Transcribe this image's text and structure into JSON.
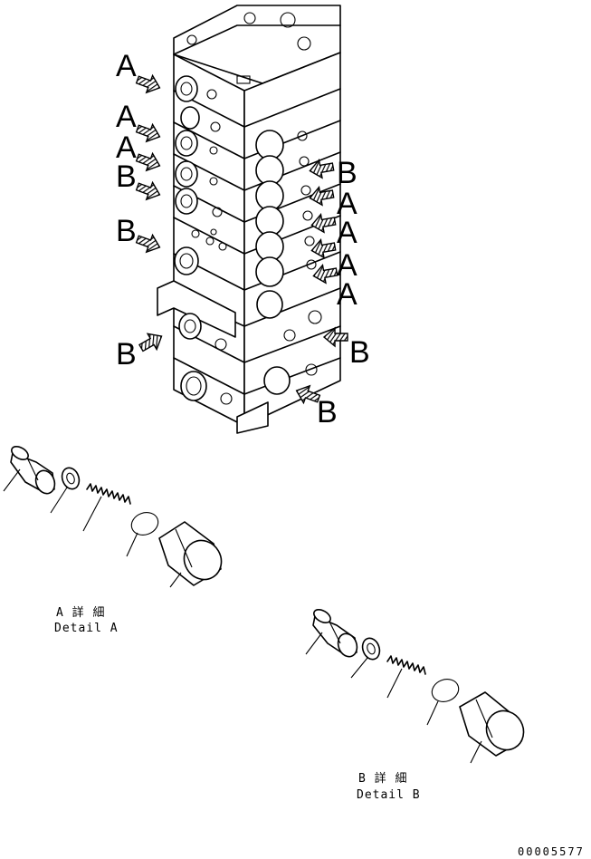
{
  "callouts": {
    "left": [
      "A",
      "A",
      "A",
      "B",
      "B",
      "B"
    ],
    "right": [
      "B",
      "A",
      "A",
      "A",
      "A",
      "B",
      "B"
    ]
  },
  "detail_a": {
    "jp": "A 詳 細",
    "en": "Detail A"
  },
  "detail_b": {
    "jp": "B 詳 細",
    "en": "Detail B"
  },
  "drawing_id": "00005577"
}
